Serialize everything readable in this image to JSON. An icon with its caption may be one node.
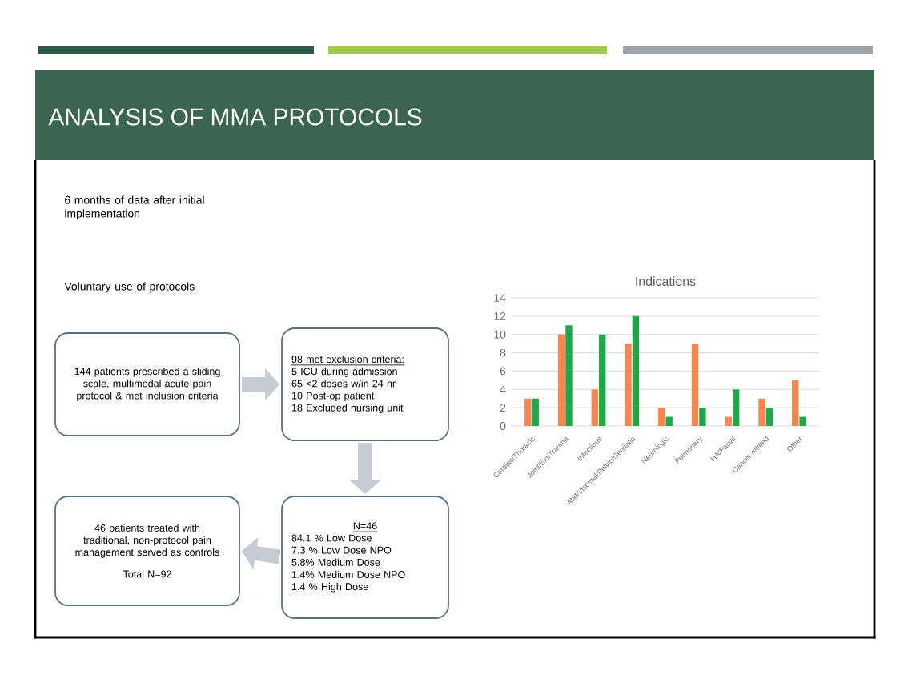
{
  "diagram": {
    "title": "ANALYSIS OF MMA PROTOCOLS",
    "nodes": [
      {
        "text": [
          "144 patients prescribed a sliding scale, multimodal acute pain protocol & met inclusion criteria"
        ]
      },
      {
        "text": [
          "98 met exclusion criteria:",
          "5 ICU during admission",
          "65 <2 doses w/in 24 hr",
          "10 Post-op patient",
          "18 Excluded nursing unit"
        ]
      },
      {
        "text": [
          "46 patients treated with traditional, non-protocol pain management served as controls",
          "Total N=92"
        ]
      },
      {
        "text": [
          "N=46",
          "84.1 % Low Dose",
          "7.3 % Low Dose NPO",
          "5.8% Medium Dose",
          "1.4% Medium Dose NPO",
          "1.4 % High Dose"
        ]
      }
    ],
    "edges": [
      {
        "from": 0,
        "to": 1,
        "arrow": "to"
      },
      {
        "from": 1,
        "to": 3,
        "arrow": "to"
      },
      {
        "from": 3,
        "to": 2,
        "arrow": "to"
      }
    ],
    "labels": [
      "6 months of data after initial implementation",
      "Voluntary use of protocols"
    ],
    "chart_data": {
      "type": "bar",
      "title": "Indications",
      "categories": [
        "Cardiac/Thoracic",
        "Joint/Ext/Trauma",
        "Infectious",
        "Abd/Visceral/Pelvic/Genitalia",
        "Neurologic",
        "Pulmonary",
        "HA/Facial",
        "Cancer related",
        "Other"
      ],
      "series": [
        {
          "color": "#f4874f",
          "values": [
            3,
            10,
            4,
            9,
            2,
            9,
            1,
            3,
            5
          ]
        },
        {
          "color": "#1ea84a",
          "values": [
            3,
            11,
            10,
            12,
            1,
            2,
            4,
            2,
            1
          ]
        }
      ],
      "grid": true,
      "ylim": [
        0,
        14
      ],
      "yticks": [
        0,
        2,
        4,
        6,
        8,
        10,
        12,
        14
      ]
    }
  }
}
